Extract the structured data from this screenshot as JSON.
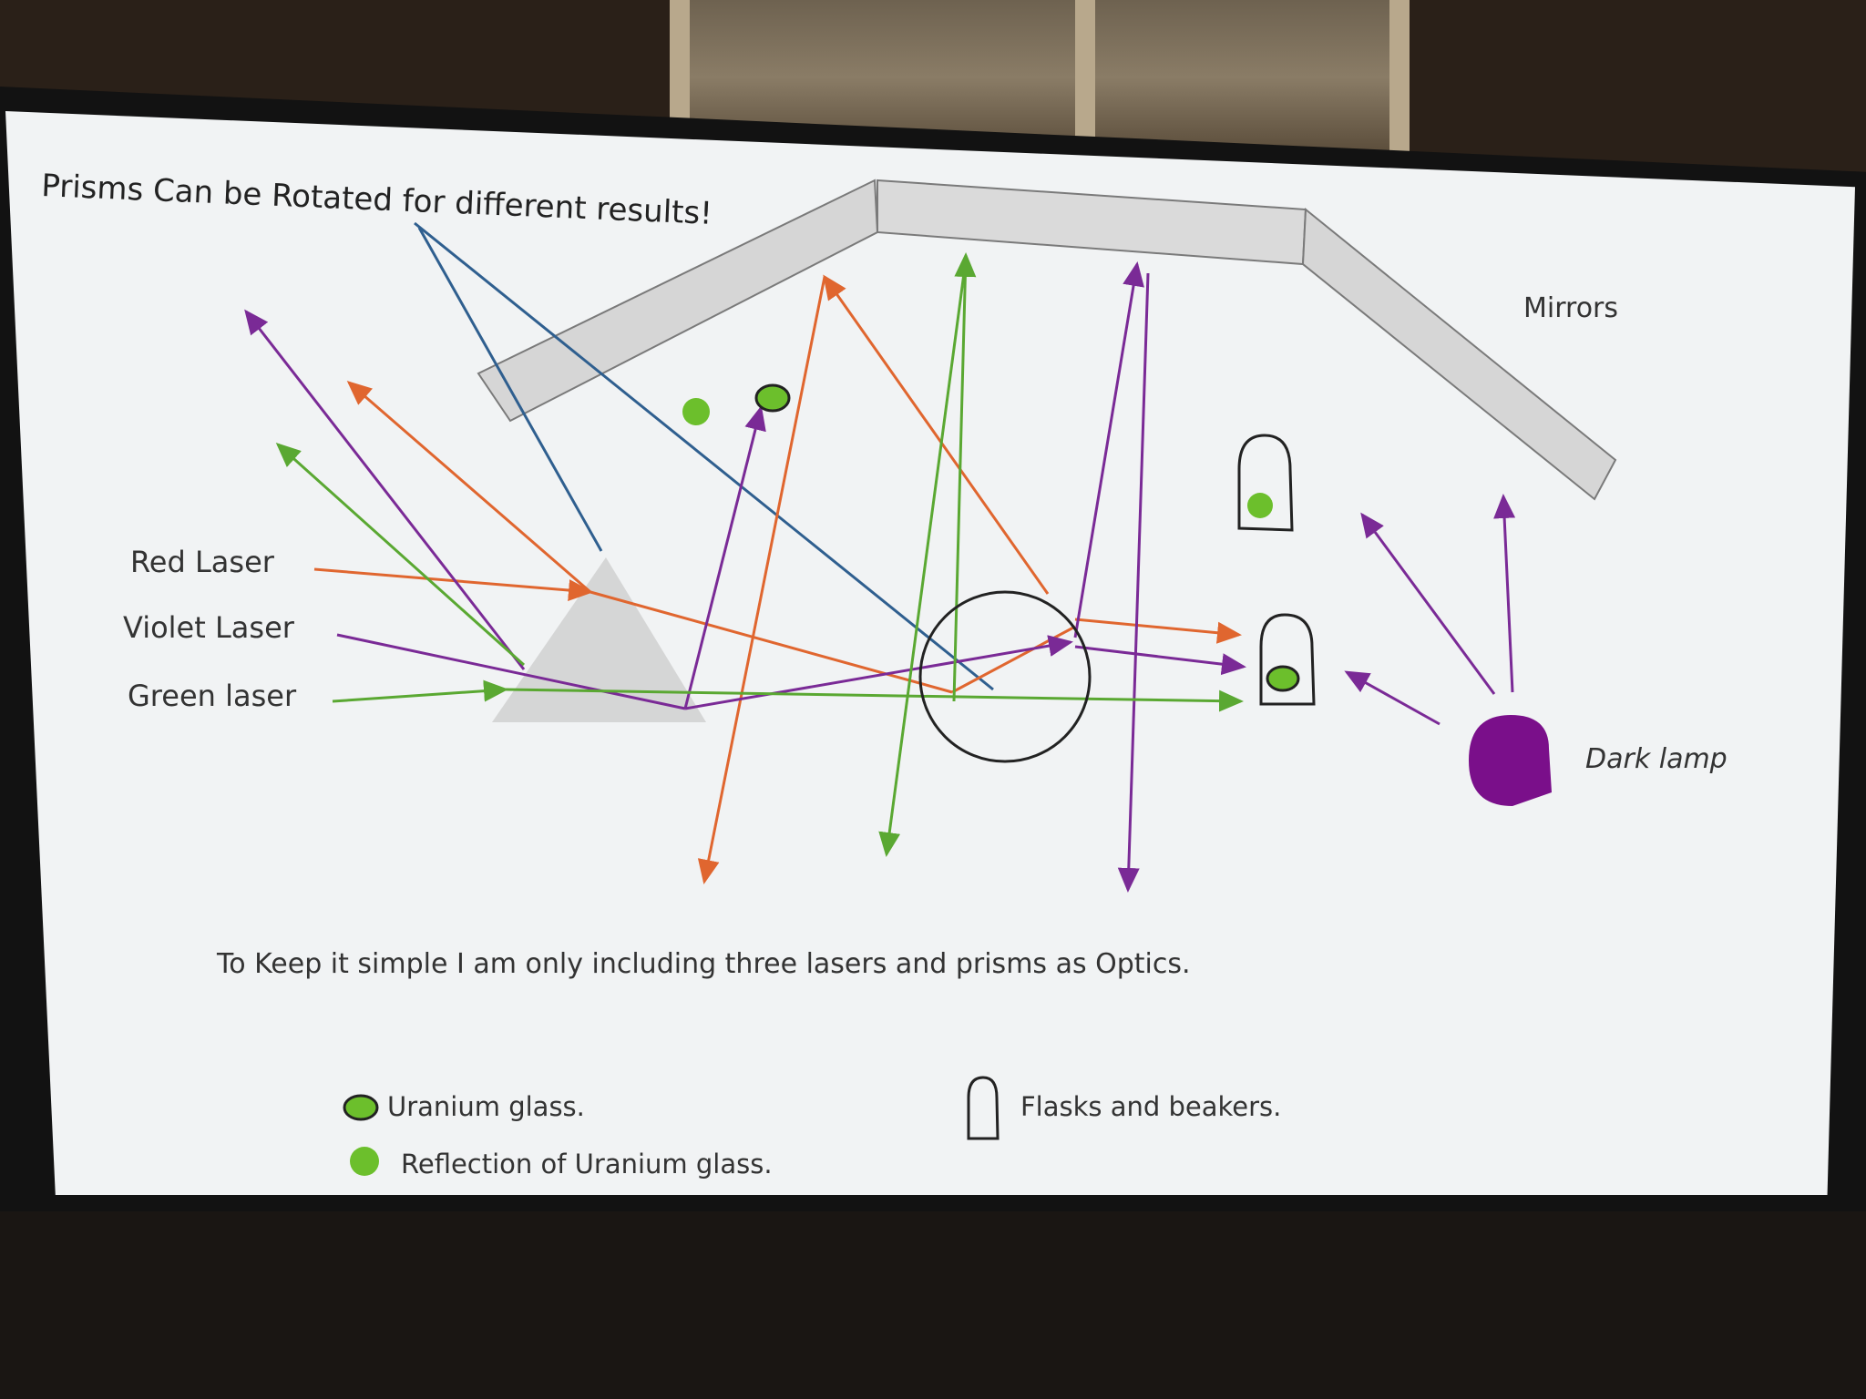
{
  "title": "Prisms Can be Rotated for different results!",
  "labels": {
    "mirrors": "Mirrors",
    "red_laser": "Red Laser",
    "violet_laser": "Violet Laser",
    "green_laser": "Green laser",
    "dark_lamp": "Dark lamp"
  },
  "caption": "To Keep it simple I am only including three lasers and prisms as Optics.",
  "legend": {
    "uranium_glass": "Uranium glass.",
    "reflection": "Reflection of Uranium glass.",
    "flasks": "Flasks and beakers."
  },
  "colors": {
    "red_laser": "#e0662f",
    "violet_laser": "#7a2a96",
    "green_laser": "#5aa832",
    "blue_beam": "#2f5f8f",
    "uranium_glass": "#6cbf2c",
    "dark_lamp": "#7a0f8a",
    "mirror_fill": "#d6d6d6",
    "mirror_stroke": "#7a7a7a",
    "prism_fill": "#cfcfcf"
  }
}
